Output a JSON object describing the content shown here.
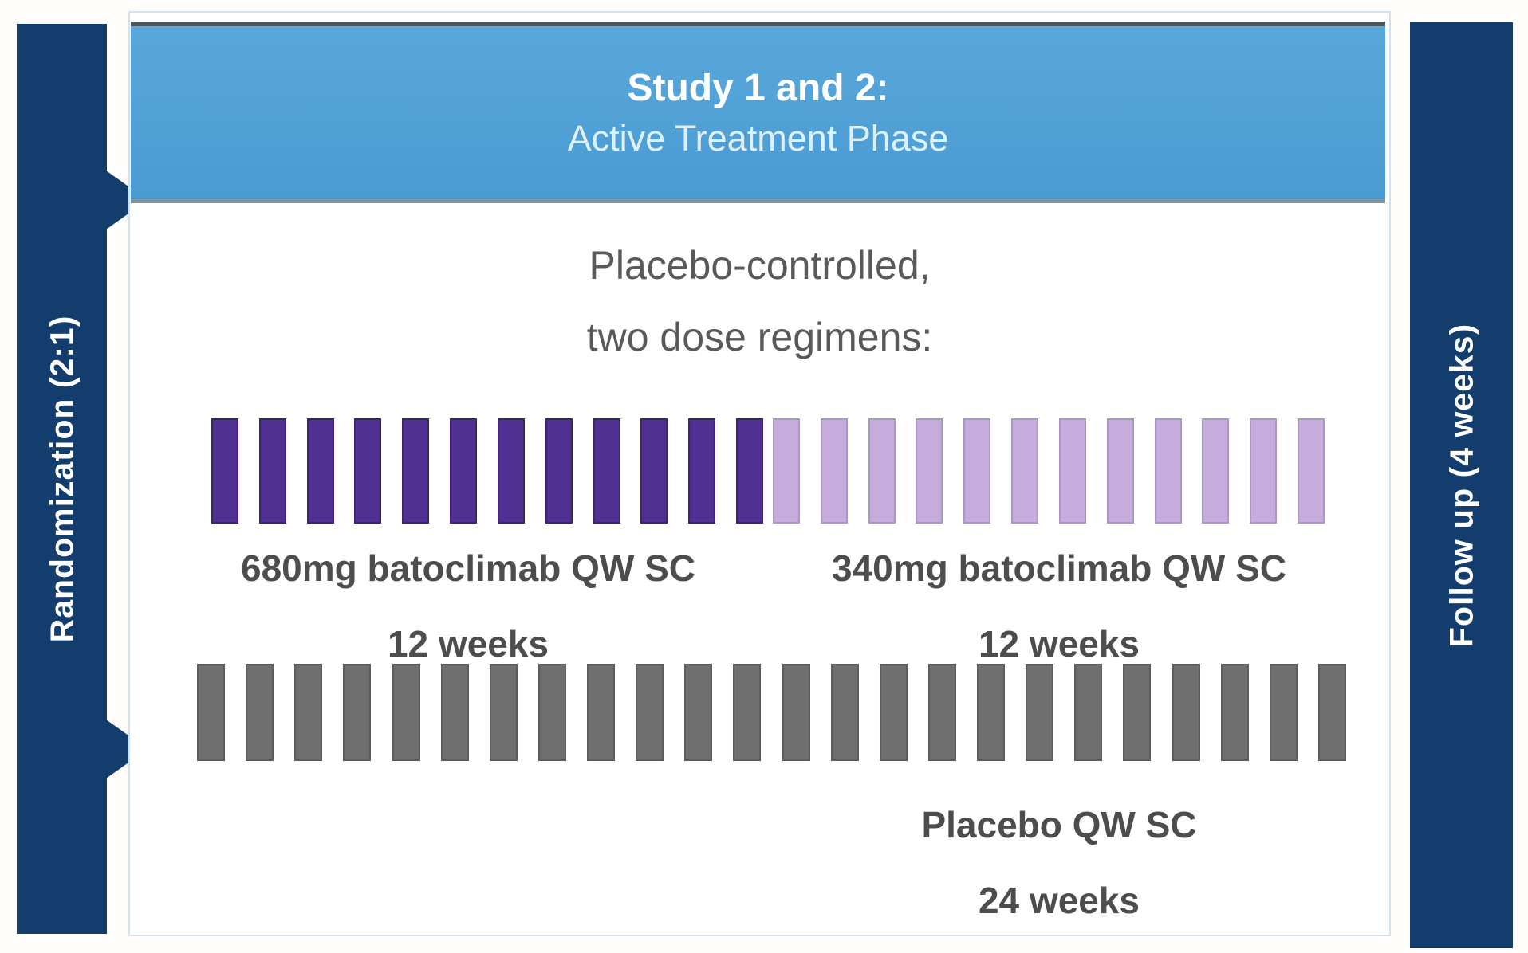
{
  "left_bar": {
    "label": "Randomization (2:1)"
  },
  "right_bar": {
    "label": "Follow up (4 weeks)"
  },
  "header": {
    "line1": "Study 1 and 2:",
    "line2": "Active Treatment Phase"
  },
  "subtitle": {
    "line1": "Placebo-controlled,",
    "line2": "two dose regimens:"
  },
  "arms": [
    {
      "id": "batoclimab-680",
      "label_line1": "680mg batoclimab QW SC",
      "label_line2": "12 weeks",
      "ticks": 12,
      "color": "#4e3192",
      "border": "#3a2571",
      "tick_name": "week-tick-680mg"
    },
    {
      "id": "batoclimab-340",
      "label_line1": "340mg batoclimab QW SC",
      "label_line2": "12 weeks",
      "ticks": 12,
      "color": "#c6abdd",
      "border": "#ab97c3",
      "tick_name": "week-tick-340mg"
    },
    {
      "id": "placebo",
      "label_line1": "Placebo QW SC",
      "label_line2": "24 weeks",
      "ticks": 24,
      "color": "#6f6f6f",
      "border": "#5c5c5c",
      "tick_name": "week-tick-placebo"
    }
  ],
  "colors": {
    "navy": "#133d6c",
    "header_blue": "#4f9fd6",
    "label_text": "#4d4d4d",
    "subtitle_text": "#59595b"
  }
}
